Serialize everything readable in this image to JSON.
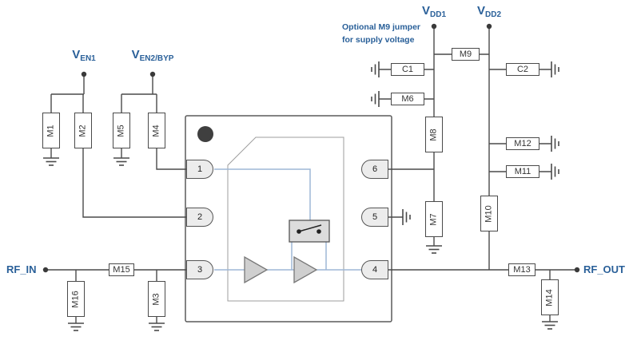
{
  "colors": {
    "label_blue": "#2a6099",
    "wire": "#4a4a4a",
    "signal_blue": "#9db7d6"
  },
  "labels": {
    "ven1": {
      "base": "V",
      "sub": "EN1"
    },
    "ven2byp": {
      "base": "V",
      "sub": "EN2/BYP"
    },
    "vdd1": {
      "base": "V",
      "sub": "DD1"
    },
    "vdd2": {
      "base": "V",
      "sub": "DD2"
    },
    "rf_in": "RF_IN",
    "rf_out": "RF_OUT",
    "note": {
      "line1": "Optional M9 jumper",
      "line2": "for supply voltage"
    }
  },
  "components": {
    "m1": "M1",
    "m2": "M2",
    "m3": "M3",
    "m4": "M4",
    "m5": "M5",
    "m6": "M6",
    "m7": "M7",
    "m8": "M8",
    "m9": "M9",
    "m10": "M10",
    "m11": "M11",
    "m12": "M12",
    "m13": "M13",
    "m14": "M14",
    "m15": "M15",
    "m16": "M16",
    "c1": "C1",
    "c2": "C2"
  },
  "pins": {
    "p1": "1",
    "p2": "2",
    "p3": "3",
    "p4": "4",
    "p5": "5",
    "p6": "6"
  }
}
